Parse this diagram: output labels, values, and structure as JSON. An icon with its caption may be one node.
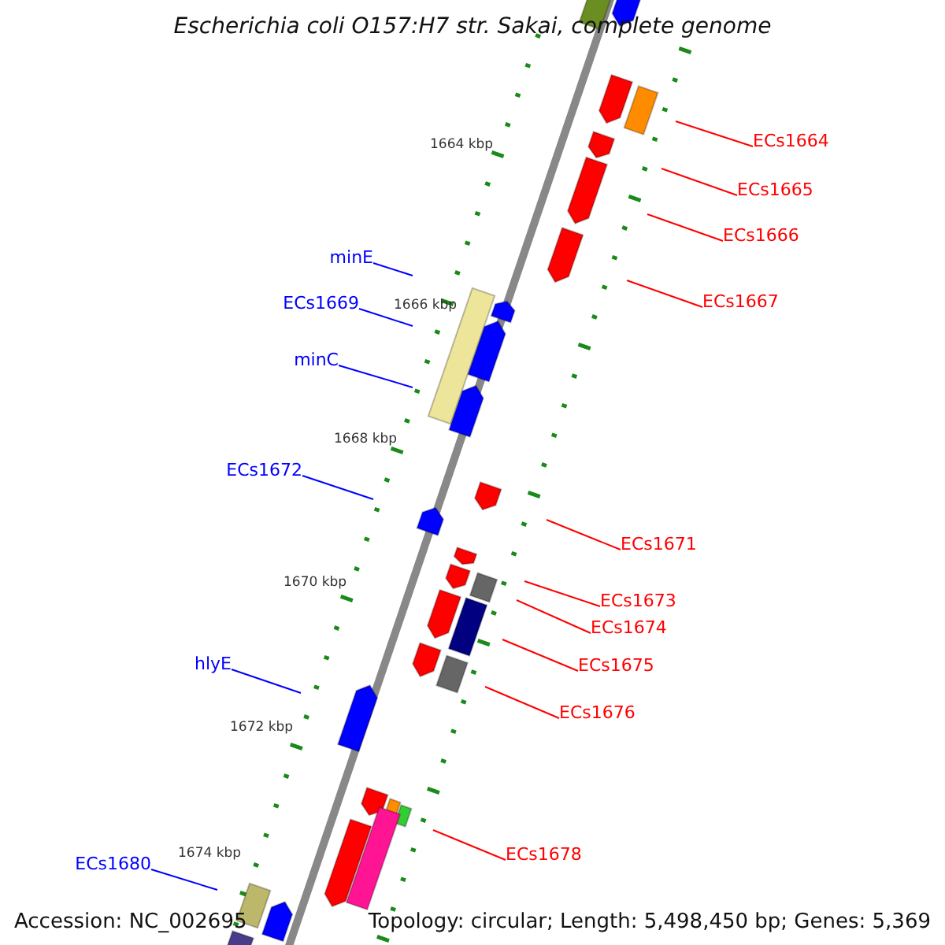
{
  "diagram": {
    "title": "Escherichia coli O157:H7 str. Sakai, complete genome",
    "nodes": [
      {
        "text": [
          "ECs1664"
        ]
      },
      {
        "text": [
          "ECs1665"
        ]
      },
      {
        "text": [
          "ECs1666"
        ]
      },
      {
        "text": [
          "minE"
        ]
      },
      {
        "text": [
          "ECs1669"
        ]
      },
      {
        "text": [
          "ECs1667"
        ]
      },
      {
        "text": [
          "minC"
        ]
      },
      {
        "text": [
          "ECs1672"
        ]
      },
      {
        "text": [
          "ECs1671"
        ]
      },
      {
        "text": [
          "ECs1673"
        ]
      },
      {
        "text": [
          "ECs1674"
        ]
      },
      {
        "text": [
          "ECs1675"
        ]
      },
      {
        "text": [
          "hlyE"
        ]
      },
      {
        "text": [
          "ECs1676"
        ]
      },
      {
        "text": [
          "ECs1678"
        ]
      },
      {
        "text": [
          "ECs1680"
        ]
      }
    ],
    "edges": [
      {
        "from": 0,
        "to": null,
        "arrow": "none"
      },
      {
        "from": 1,
        "to": null,
        "arrow": "none"
      },
      {
        "from": 2,
        "to": null,
        "arrow": "none"
      },
      {
        "from": 3,
        "to": null,
        "arrow": "none",
        "color": "#0000ff"
      },
      {
        "from": 4,
        "to": null,
        "arrow": "none",
        "color": "#0000ff"
      },
      {
        "from": 5,
        "to": null,
        "arrow": "none"
      },
      {
        "from": 6,
        "to": null,
        "arrow": "none",
        "color": "#0000ff"
      },
      {
        "from": 7,
        "to": null,
        "arrow": "none",
        "color": "#0000ff"
      },
      {
        "from": 8,
        "to": null,
        "arrow": "none"
      },
      {
        "from": 9,
        "to": null,
        "arrow": "none"
      },
      {
        "from": 10,
        "to": null,
        "arrow": "none"
      },
      {
        "from": 11,
        "to": null,
        "arrow": "none"
      },
      {
        "from": 12,
        "to": null,
        "arrow": "none",
        "color": "#0000ff"
      },
      {
        "from": 13,
        "to": null,
        "arrow": "none"
      },
      {
        "from": 14,
        "to": null,
        "arrow": "none"
      },
      {
        "from": 15,
        "to": null,
        "arrow": "none",
        "color": "#0000ff"
      }
    ],
    "labels": [
      "1664 kbp",
      "1666 kbp",
      "1668 kbp",
      "1670 kbp",
      "1672 kbp",
      "1674 kbp",
      "Accession: NC_002695",
      "Topology: circular; Length: 5,498,450 bp; Genes: 5,369"
    ]
  }
}
